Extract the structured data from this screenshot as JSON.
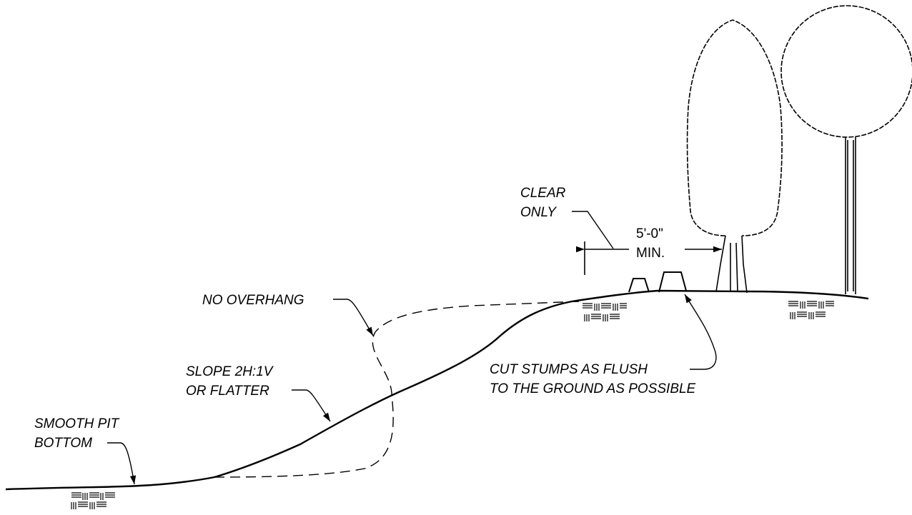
{
  "labels": {
    "clear_only_1": "CLEAR",
    "clear_only_2": "ONLY",
    "dim_1": "5'-0\"",
    "dim_2": "MIN.",
    "no_overhang": "NO OVERHANG",
    "slope_1": "SLOPE 2H:1V",
    "slope_2": "OR FLATTER",
    "pit_1": "SMOOTH PIT",
    "pit_2": "BOTTOM",
    "stumps_1": "CUT STUMPS AS FLUSH",
    "stumps_2": "TO THE GROUND AS POSSIBLE"
  },
  "colors": {
    "line": "#000000",
    "background": "#ffffff"
  }
}
